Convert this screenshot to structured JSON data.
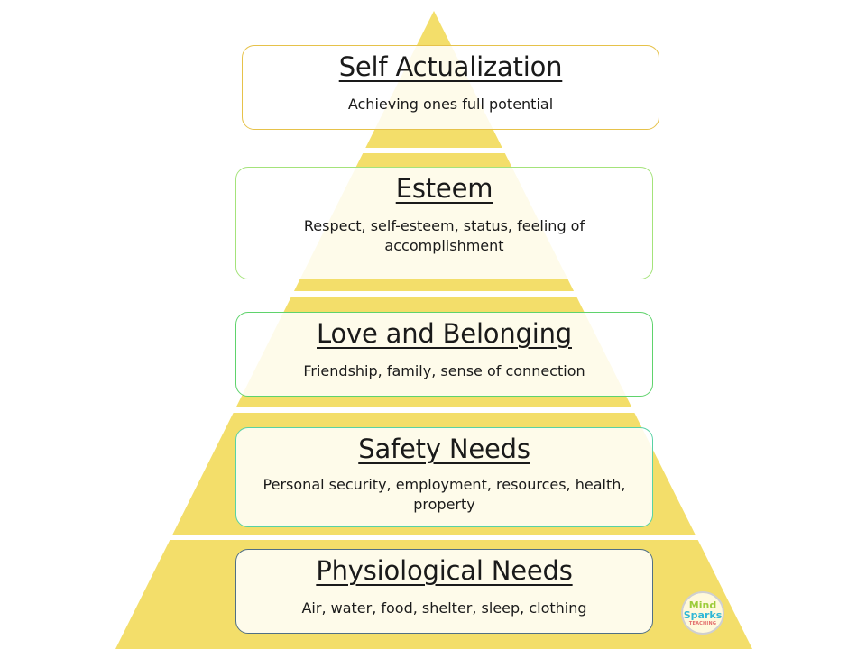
{
  "colors": {
    "pyramid_fill": "#f3de6a",
    "separator": "#ffffff"
  },
  "levels": [
    {
      "title": "Self Actualization",
      "description": "Achieving ones full potential"
    },
    {
      "title": "Esteem",
      "description": "Respect, self-esteem, status, feeling of accomplishment"
    },
    {
      "title": "Love and Belonging",
      "description": "Friendship, family, sense of connection"
    },
    {
      "title": "Safety Needs",
      "description": "Personal security, employment, resources, health, property"
    },
    {
      "title": "Physiological Needs",
      "description": "Air, water, food, shelter, sleep, clothing"
    }
  ],
  "logo": {
    "line1": "Mind",
    "line2": "Sparks",
    "line3": "TEACHING"
  }
}
